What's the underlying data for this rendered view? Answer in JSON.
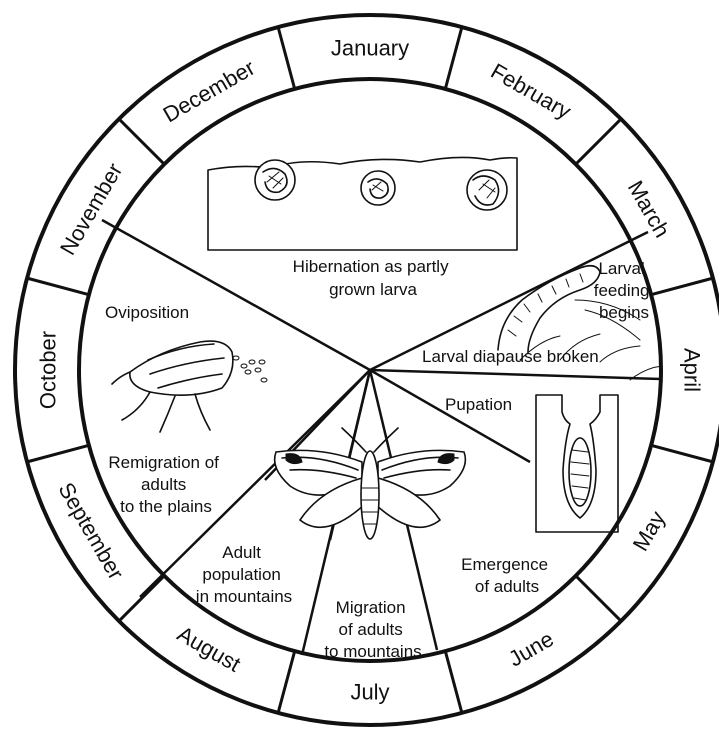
{
  "months": [
    "January",
    "February",
    "March",
    "April",
    "May",
    "June",
    "July",
    "August",
    "September",
    "October",
    "November",
    "December"
  ],
  "stages": {
    "hibernation": [
      "Hibernation as partly",
      "grown larva"
    ],
    "larval_feeding": [
      "Larval",
      "feeding",
      "begins"
    ],
    "diapause_broken": "Larval diapause broken",
    "pupation": "Pupation",
    "emergence": [
      "Emergence",
      "of adults"
    ],
    "migration": [
      "Migration",
      "of adults",
      "to mountains"
    ],
    "adult_population": [
      "Adult",
      "population",
      "in mountains"
    ],
    "remigration": [
      "Remigration of",
      "adults",
      "to the plains"
    ],
    "oviposition": "Oviposition"
  }
}
